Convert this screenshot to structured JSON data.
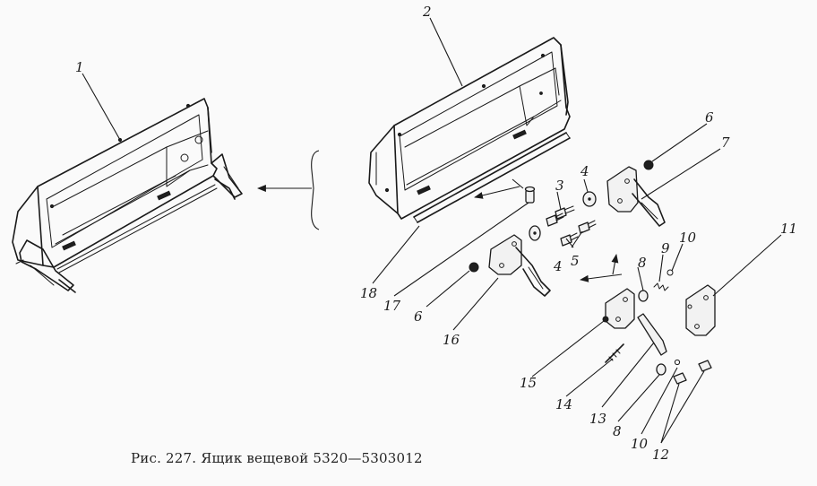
{
  "caption": "Рис. 227. Ящик вещевой 5320—5303012",
  "labels": {
    "l1": "1",
    "l2": "2",
    "l3": "3",
    "l4": "4",
    "l4b": "4",
    "l5": "5",
    "l6a": "6",
    "l6b": "6",
    "l7": "7",
    "l8a": "8",
    "l8b": "8",
    "l9": "9",
    "l10a": "10",
    "l10b": "10",
    "l11": "11",
    "l12": "12",
    "l13": "13",
    "l14": "14",
    "l15": "15",
    "l16": "16",
    "l17": "17",
    "l18": "18"
  }
}
